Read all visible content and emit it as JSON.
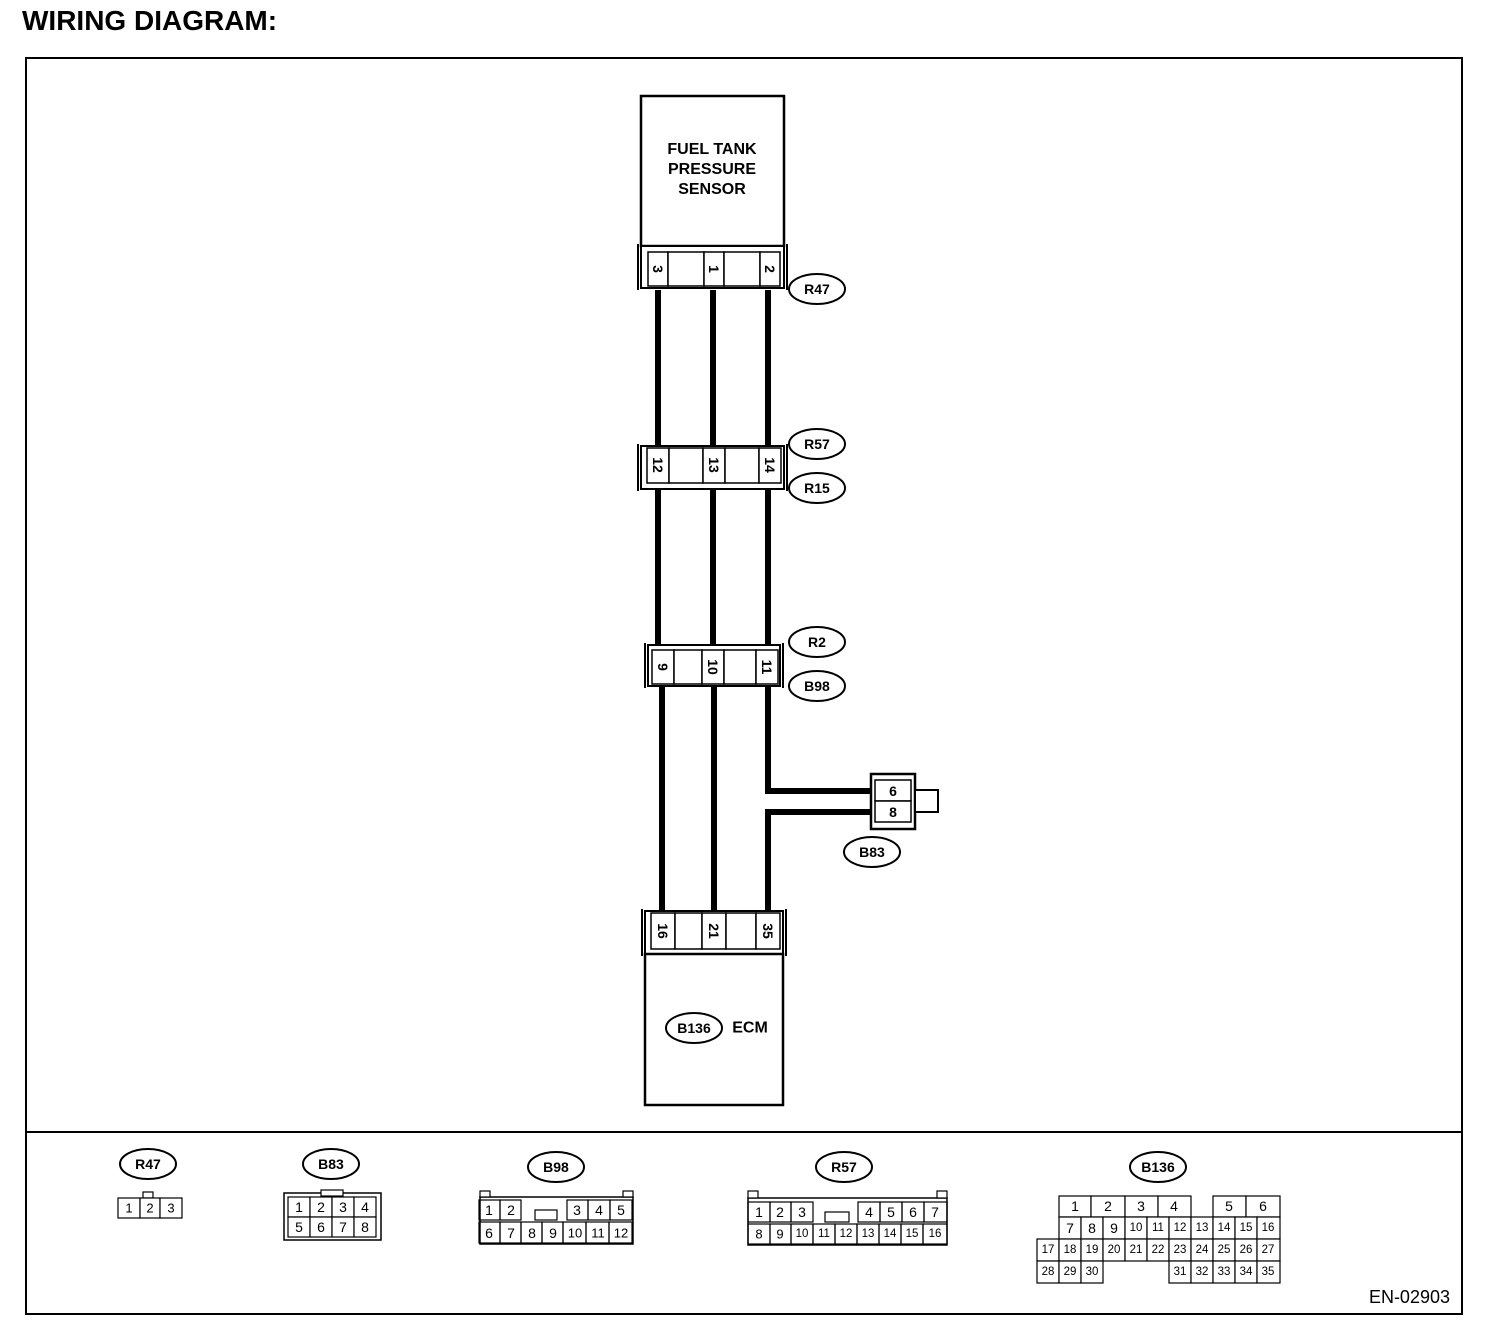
{
  "title": "WIRING DIAGRAM:",
  "figure_code": "EN-02903",
  "components": {
    "sensor": {
      "lines": [
        "FUEL TANK",
        "PRESSURE",
        "SENSOR"
      ],
      "connector": "R47",
      "pins": [
        "3",
        "1",
        "2"
      ]
    },
    "joint_upper": {
      "pins": [
        "12",
        "13",
        "14"
      ],
      "connectors": [
        "R57",
        "R15"
      ]
    },
    "joint_lower": {
      "pins": [
        "9",
        "10",
        "11"
      ],
      "connectors": [
        "R2",
        "B98"
      ]
    },
    "b83_plug": {
      "pins": [
        "6",
        "8"
      ],
      "connector": "B83"
    },
    "ecm": {
      "label": "ECM",
      "connector": "B136",
      "pins": [
        "16",
        "21",
        "35"
      ]
    }
  },
  "legend": {
    "r47": {
      "name": "R47",
      "rows": [
        [
          "1",
          "2",
          "3"
        ]
      ]
    },
    "b83": {
      "name": "B83",
      "rows": [
        [
          "1",
          "2",
          "3",
          "4"
        ],
        [
          "5",
          "6",
          "7",
          "8"
        ]
      ]
    },
    "b98": {
      "name": "B98",
      "rows": [
        [
          "1",
          "2",
          "",
          "3",
          "4",
          "5"
        ],
        [
          "6",
          "7",
          "8",
          "9",
          "10",
          "11",
          "12"
        ]
      ]
    },
    "r57": {
      "name": "R57",
      "rows": [
        [
          "1",
          "2",
          "3",
          "",
          "4",
          "5",
          "6",
          "7"
        ],
        [
          "8",
          "9",
          "10",
          "11",
          "12",
          "13",
          "14",
          "15",
          "16"
        ]
      ]
    },
    "b136": {
      "name": "B136",
      "rows": [
        [
          "1",
          "2",
          "3",
          "4",
          "5",
          "6"
        ],
        [
          "7",
          "8",
          "9",
          "10",
          "11",
          "12",
          "13",
          "14",
          "15",
          "16"
        ],
        [
          "17",
          "18",
          "19",
          "20",
          "21",
          "22",
          "23",
          "24",
          "25",
          "26",
          "27"
        ],
        [
          "28",
          "29",
          "30",
          "31",
          "32",
          "33",
          "34",
          "35"
        ]
      ]
    }
  }
}
